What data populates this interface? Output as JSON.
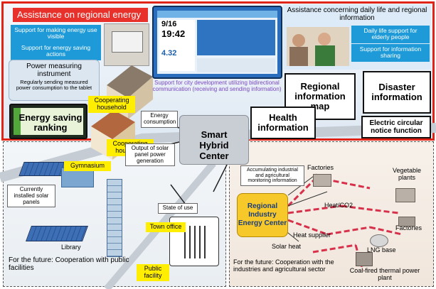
{
  "top_section": {
    "title": "Assistance on regional energy",
    "support_visible": "Support for making energy use visible",
    "support_saving": "Support for energy saving actions",
    "power_instrument_title": "Power measuring instrument",
    "power_instrument_desc": "Regularly sending measured power consumption to the tablet",
    "energy_ranking": "Energy saving ranking",
    "cooperating_household_1": "Cooperating household",
    "cooperating_household_2": "Cooperating household",
    "energy_consumption": "Energy consumption",
    "city_dev_support": "Support for city development utilizing bidirectional communication (receiving and sending information)",
    "smart_hybrid_center": "Smart Hybrid Center",
    "daily_life_title": "Assistance concerning daily life and regional information",
    "daily_life_elderly": "Daily life support for elderly people",
    "info_sharing": "Support for information sharing",
    "regional_map": "Regional information map",
    "disaster_info": "Disaster information",
    "health_info": "Health information",
    "circular_notice": "Electric circular notice function"
  },
  "tablet": {
    "date": "9/16",
    "time": "19:42",
    "value": "4.32"
  },
  "bottom_left": {
    "solar_output": "Output of solar panel power generation",
    "installed_solar": "Currently installed solar panels",
    "gymnasium": "Gymnasium",
    "state_of_use": "State of use",
    "town_office": "Town office",
    "library": "Library",
    "public_facility": "Public facility",
    "future_text": "For the future: Cooperation with public facilities"
  },
  "bottom_right": {
    "accumulating_info": "Accumulating industrial and agricultural monitoring information",
    "factories_1": "Factories",
    "vegetable_plants": "Vegetable plants",
    "heat_co2": "Heat/CO2",
    "regional_center": "Regional Industry Energy Center",
    "factories_2": "Factories",
    "heat_supplier": "Heat supplier",
    "solar_heat": "Solar heat",
    "lng_base": "LNG base",
    "coal_plant": "Coal-fired thermal power plant",
    "future_text": "For the future: Cooperation with the industries and agricultural sector"
  },
  "colors": {
    "frame_red": "#e02418",
    "accent_blue": "#1e9ad8",
    "highlight_yellow": "#ffee00",
    "network_red": "#d7304a",
    "center_gold": "#f7c82a"
  }
}
